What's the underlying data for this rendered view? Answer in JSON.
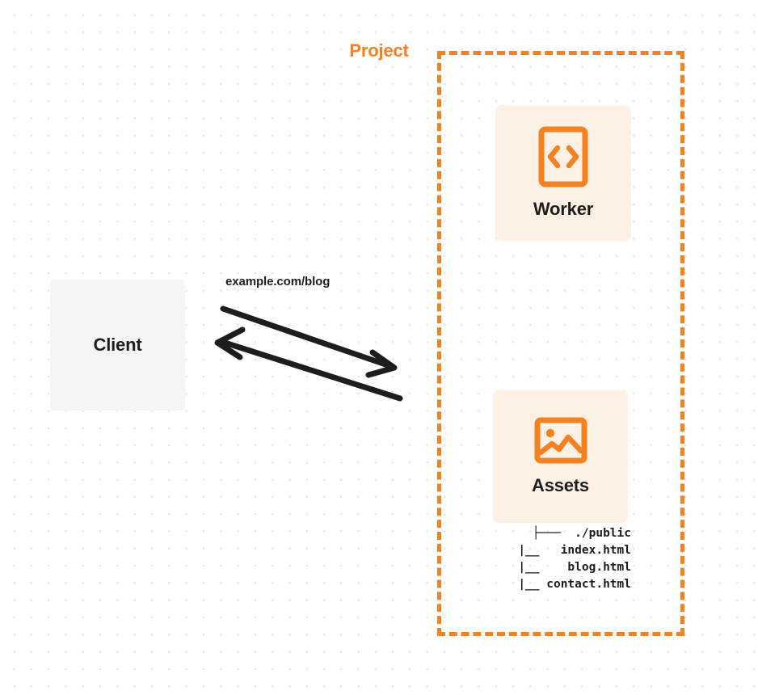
{
  "diagram": {
    "title": "Client to Project Worker and Assets request flow",
    "colors": {
      "accent": "#f48120",
      "card_background": "#fdf1e6",
      "client_background": "#f4f5f7",
      "text": "#1d1d1d",
      "canvas": "#ffffff",
      "dot_grid": "#e8e8ea",
      "arrow": "#1d1d1d"
    }
  },
  "client": {
    "label": "Client"
  },
  "project": {
    "label": "Project"
  },
  "worker": {
    "label": "Worker",
    "icon": "code-brackets-icon"
  },
  "assets": {
    "label": "Assets",
    "icon": "image-picture-icon",
    "file_tree": [
      {
        "prefix": "├───",
        "name": "./public"
      },
      {
        "prefix": "|__",
        "name": "index.html"
      },
      {
        "prefix": "|__",
        "name": "blog.html"
      },
      {
        "prefix": "|__",
        "name": "contact.html"
      }
    ],
    "file_tree_text": "├───  ./public\n     |__   index.html\n     |__    blog.html\n  |__ contact.html"
  },
  "connection": {
    "label": "example.com/blog",
    "request_direction": "client-to-project",
    "response_direction": "project-to-client"
  }
}
